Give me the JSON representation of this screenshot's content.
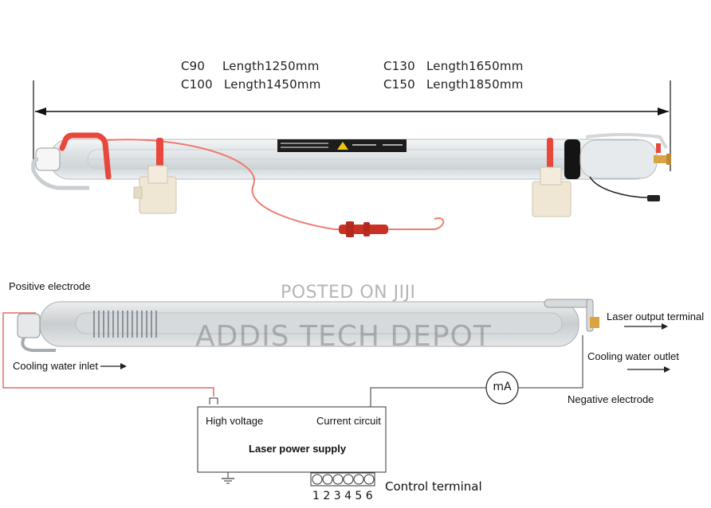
{
  "specs": [
    {
      "model": "C90",
      "length": "Length1250mm"
    },
    {
      "model": "C100",
      "length": "Length1450mm"
    },
    {
      "model": "C130",
      "length": "Length1650mm"
    },
    {
      "model": "C150",
      "length": "Length1850mm"
    }
  ],
  "tube_label": {
    "line1": "",
    "line2": ""
  },
  "diagram": {
    "positive_electrode": "Positive electrode",
    "cooling_water_inlet": "Cooling water inlet",
    "laser_output_terminal": "Laser output terminal",
    "cooling_water_outlet": "Cooling water outlet",
    "negative_electrode": "Negative electrode",
    "ammeter": "mA",
    "high_voltage": "High voltage",
    "current_circuit": "Current circuit",
    "power_supply": "Laser power supply",
    "control_terminal": "Control terminal",
    "terminal_numbers": "1 2 3 4 5 6"
  },
  "watermark": {
    "posted": "POSTED ON JIJI",
    "brand": "ADDIS TECH DEPOT"
  },
  "colors": {
    "red_wire": "#e8483b",
    "tube_glass": "#dfe3e6",
    "support": "#efe7d4"
  }
}
